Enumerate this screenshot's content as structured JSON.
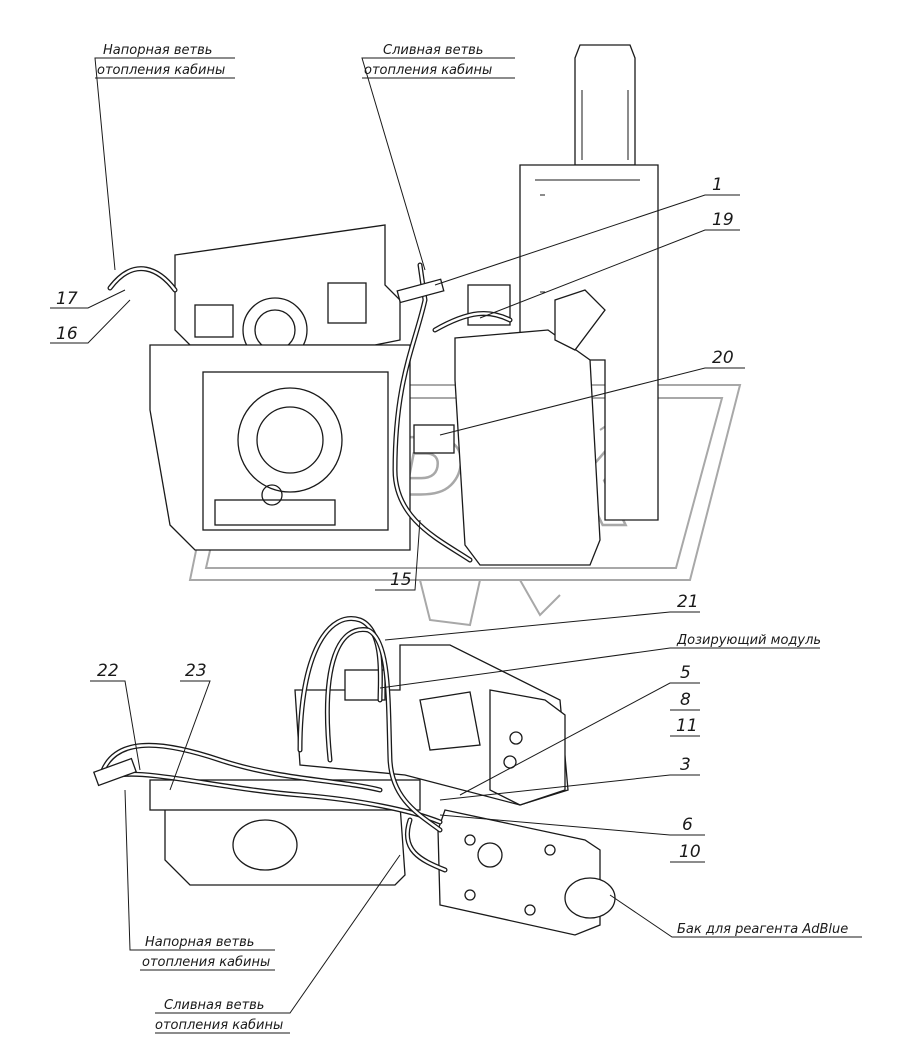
{
  "labels": {
    "top_pressure_l1": "Напорная ветвь",
    "top_pressure_l2": "отопления кабины",
    "top_drain_l1": "Сливная ветвь",
    "top_drain_l2": "отопления кабины",
    "dosing_module": "Дозирующий модуль",
    "bottom_pressure_l1": "Напорная ветвь",
    "bottom_pressure_l2": "отопления кабины",
    "bottom_drain_l1": "Сливная ветвь",
    "bottom_drain_l2": "отопления кабины",
    "adblue_tank": "Бак для реагента AdBlue"
  },
  "callouts": {
    "n1": "1",
    "n19": "19",
    "n17": "17",
    "n16": "16",
    "n20": "20",
    "n15": "15",
    "n21": "21",
    "n5": "5",
    "n8": "8",
    "n11": "11",
    "n22": "22",
    "n23": "23",
    "n3": "3",
    "n6": "6",
    "n10": "10"
  },
  "watermark": {
    "text": "IPEX",
    "color": "#a8a8a8"
  }
}
